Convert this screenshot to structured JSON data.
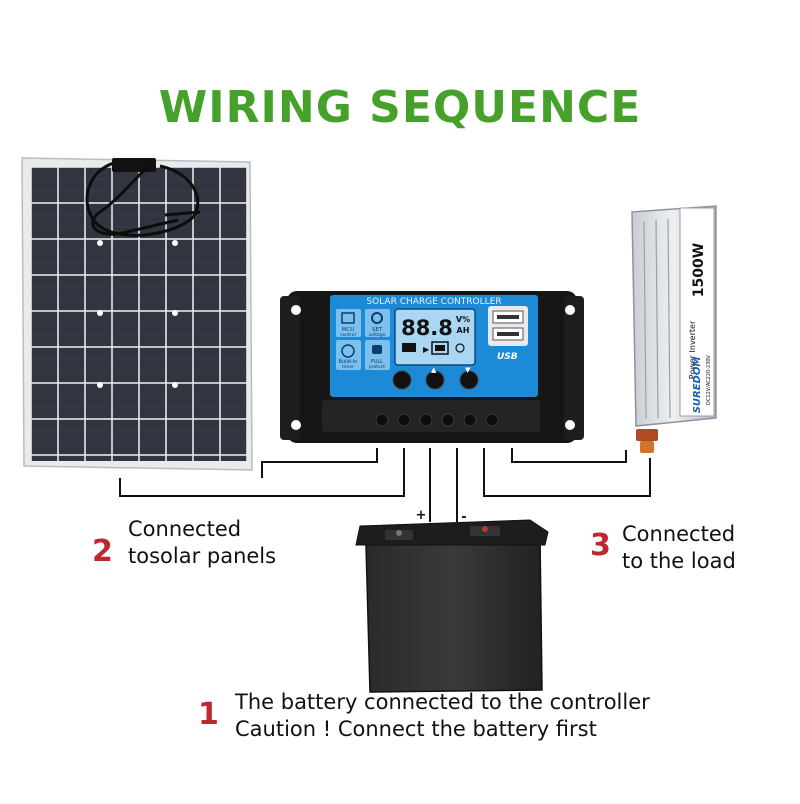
{
  "title": "WIRING SEQUENCE",
  "steps": [
    {
      "number": "1",
      "lines": [
        "The battery connected to the controller",
        "Caution ! Connect the battery first"
      ]
    },
    {
      "number": "2",
      "lines": [
        "Connected",
        "tosolar panels"
      ]
    },
    {
      "number": "3",
      "lines": [
        "Connected",
        "to the load"
      ]
    }
  ],
  "controller": {
    "header": "SOLAR CHARGE CONTROLLER",
    "display": "88.8",
    "units_top": "V%",
    "units_bottom": "AH",
    "usb_label": "USB",
    "btn_mcu": [
      "MCU",
      "control"
    ],
    "btn_set": [
      "SET",
      "voltage"
    ],
    "btn_timer": [
      "Build-in",
      "timer"
    ],
    "btn_full": [
      "FULL",
      "protect"
    ]
  },
  "inverter": {
    "wattage": "1500W",
    "brand": "SUREDOM",
    "model": "Power Inverter",
    "spec": "DC12V/AC220-230V"
  },
  "battery": {
    "plus": "+",
    "minus": "-"
  },
  "colors": {
    "title_green": "#46a12b",
    "number_red": "#c0272d",
    "controller_blue": "#1d8ad8"
  }
}
